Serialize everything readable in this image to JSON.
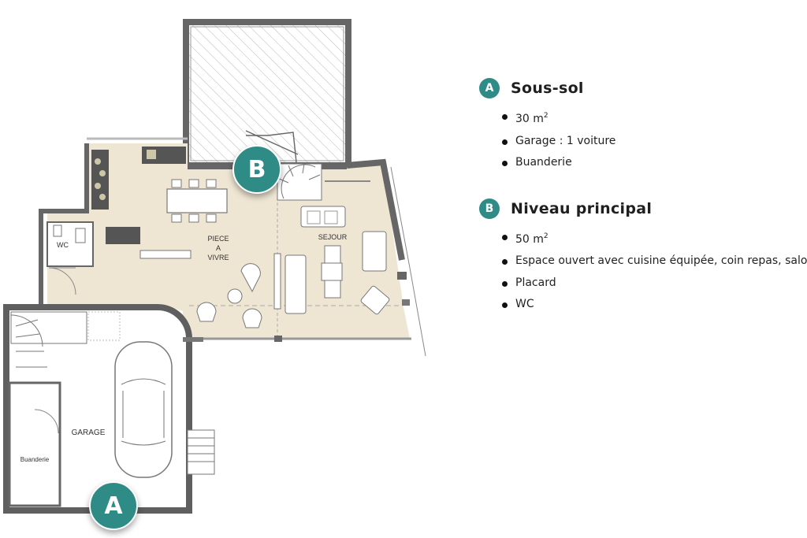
{
  "plan": {
    "rooms": {
      "wc": "WC",
      "piece_a_vivre": [
        "PIECE",
        "A",
        "VIVRE"
      ],
      "sejour": "SEJOUR",
      "garage": "GARAGE",
      "buanderie": "Buanderie"
    },
    "markers": {
      "a": "A",
      "b": "B"
    },
    "colors": {
      "floor": "#efe5d3",
      "wall": "#5f5f5f",
      "accent": "#2e8b86"
    }
  },
  "legend": {
    "sections": [
      {
        "badge": "A",
        "title": "Sous-sol",
        "area_value": "30 m",
        "area_unit_sup": "2",
        "items": [
          "Garage : 1 voiture",
          "Buanderie"
        ]
      },
      {
        "badge": "B",
        "title": "Niveau principal",
        "area_value": "50 m",
        "area_unit_sup": "2",
        "items": [
          "Espace ouvert avec cuisine équipée, coin repas, salon",
          "Placard",
          "WC"
        ]
      }
    ]
  }
}
